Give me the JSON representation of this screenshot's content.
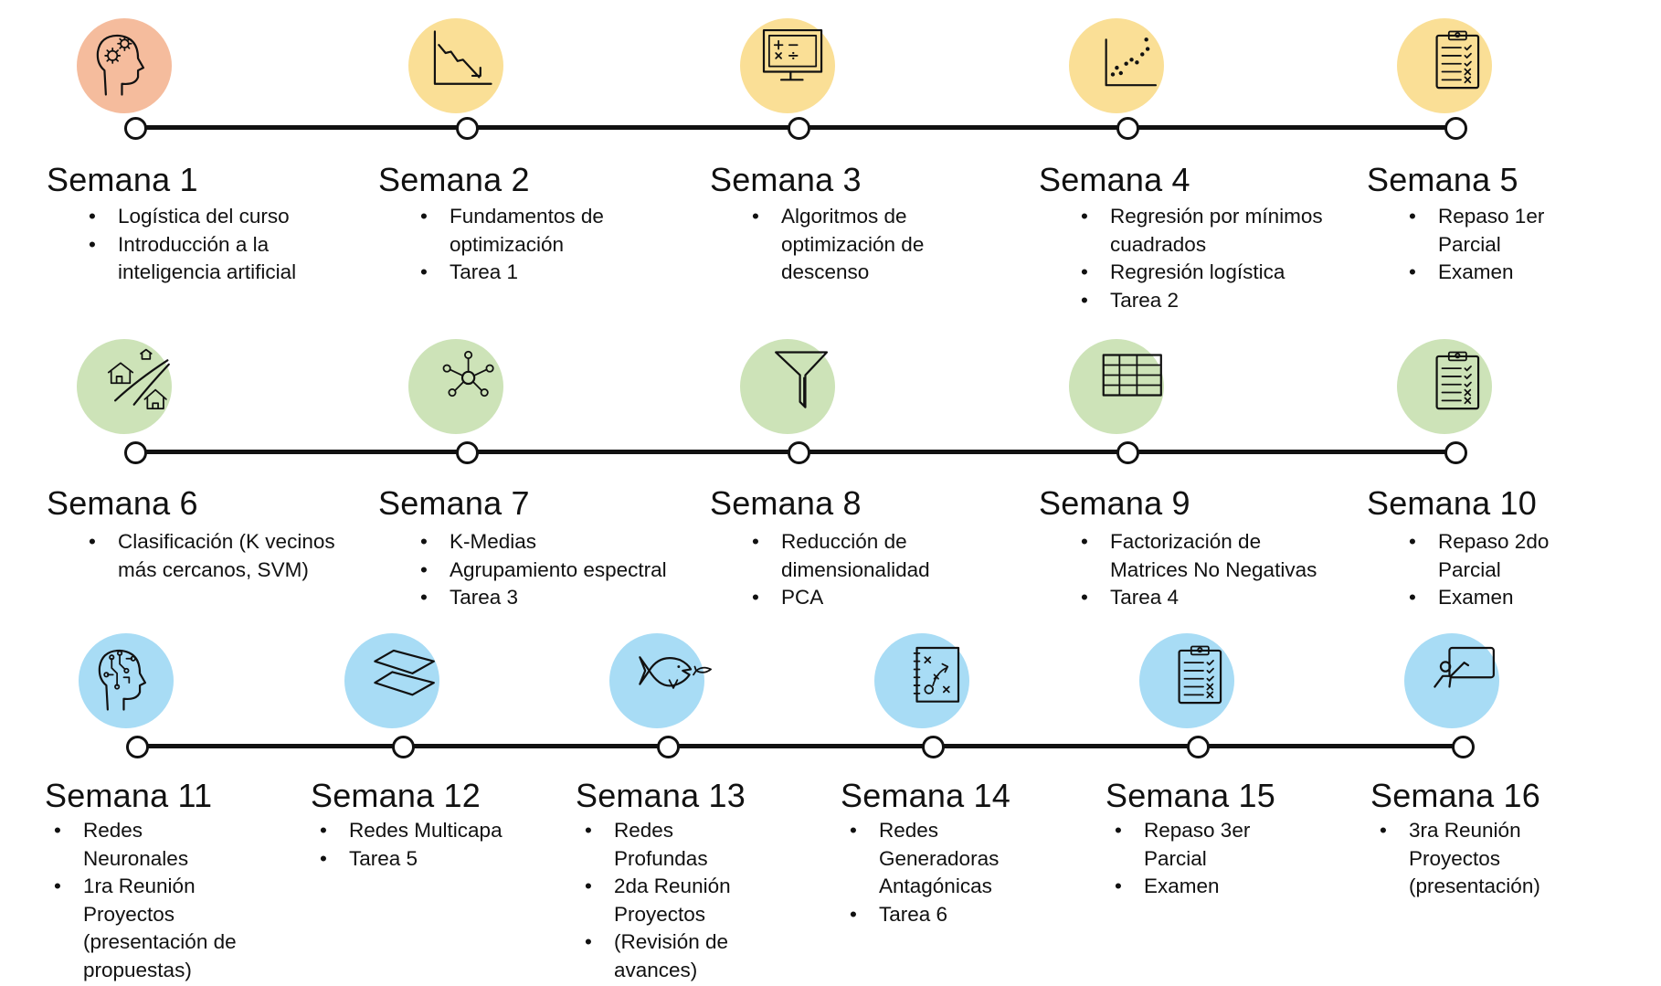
{
  "colors": {
    "row1_accent": "#fadf96",
    "week1_accent": "#f5bc9d",
    "row2_accent": "#cde3b8",
    "row3_accent": "#a8dcf5",
    "line": "#111111"
  },
  "weeks": [
    {
      "title": "Semana 1",
      "icon": "head-gears-icon",
      "items": [
        "Logística del curso",
        "Introducción a la inteligencia artificial"
      ]
    },
    {
      "title": "Semana 2",
      "icon": "decreasing-chart-icon",
      "items": [
        "Fundamentos de optimización",
        "Tarea 1"
      ]
    },
    {
      "title": "Semana 3",
      "icon": "calculator-monitor-icon",
      "items": [
        "Algoritmos de optimización de descenso"
      ]
    },
    {
      "title": "Semana 4",
      "icon": "scatter-plot-icon",
      "items": [
        "Regresión por mínimos cuadrados",
        "Regresión logística",
        "Tarea 2"
      ]
    },
    {
      "title": "Semana 5",
      "icon": "checklist-clipboard-icon",
      "items": [
        "Repaso 1er Parcial",
        "Examen"
      ]
    },
    {
      "title": "Semana 6",
      "icon": "houses-road-icon",
      "items": [
        "Clasificación (K vecinos más cercanos, SVM)"
      ]
    },
    {
      "title": "Semana 7",
      "icon": "network-hub-icon",
      "items": [
        "K-Medias",
        "Agrupamiento espectral",
        "Tarea 3"
      ]
    },
    {
      "title": "Semana 8",
      "icon": "funnel-icon",
      "items": [
        "Reducción de dimensionalidad",
        "PCA"
      ]
    },
    {
      "title": "Semana 9",
      "icon": "table-grid-icon",
      "items": [
        "Factorización de Matrices No Negativas",
        "Tarea 4"
      ]
    },
    {
      "title": "Semana 10",
      "icon": "checklist-clipboard-icon",
      "items": [
        "Repaso 2do Parcial",
        "Examen"
      ]
    },
    {
      "title": "Semana 11",
      "icon": "head-circuit-icon",
      "items": [
        "Redes Neuronales",
        "1ra Reunión Proyectos (presentación de propuestas)"
      ]
    },
    {
      "title": "Semana 12",
      "icon": "layers-icon",
      "items": [
        "Redes Multicapa",
        "Tarea 5"
      ]
    },
    {
      "title": "Semana 13",
      "icon": "big-fish-small-fish-icon",
      "items": [
        "Redes Profundas",
        "2da Reunión Proyectos",
        "(Revisión de avances)"
      ]
    },
    {
      "title": "Semana 14",
      "icon": "strategy-notebook-icon",
      "items": [
        "Redes Generadoras Antagónicas",
        "Tarea 6"
      ]
    },
    {
      "title": "Semana 15",
      "icon": "checklist-clipboard-icon",
      "items": [
        "Repaso 3er Parcial",
        "Examen"
      ]
    },
    {
      "title": "Semana 16",
      "icon": "presentation-board-icon",
      "items": [
        "3ra Reunión Proyectos (presentación)"
      ]
    }
  ]
}
